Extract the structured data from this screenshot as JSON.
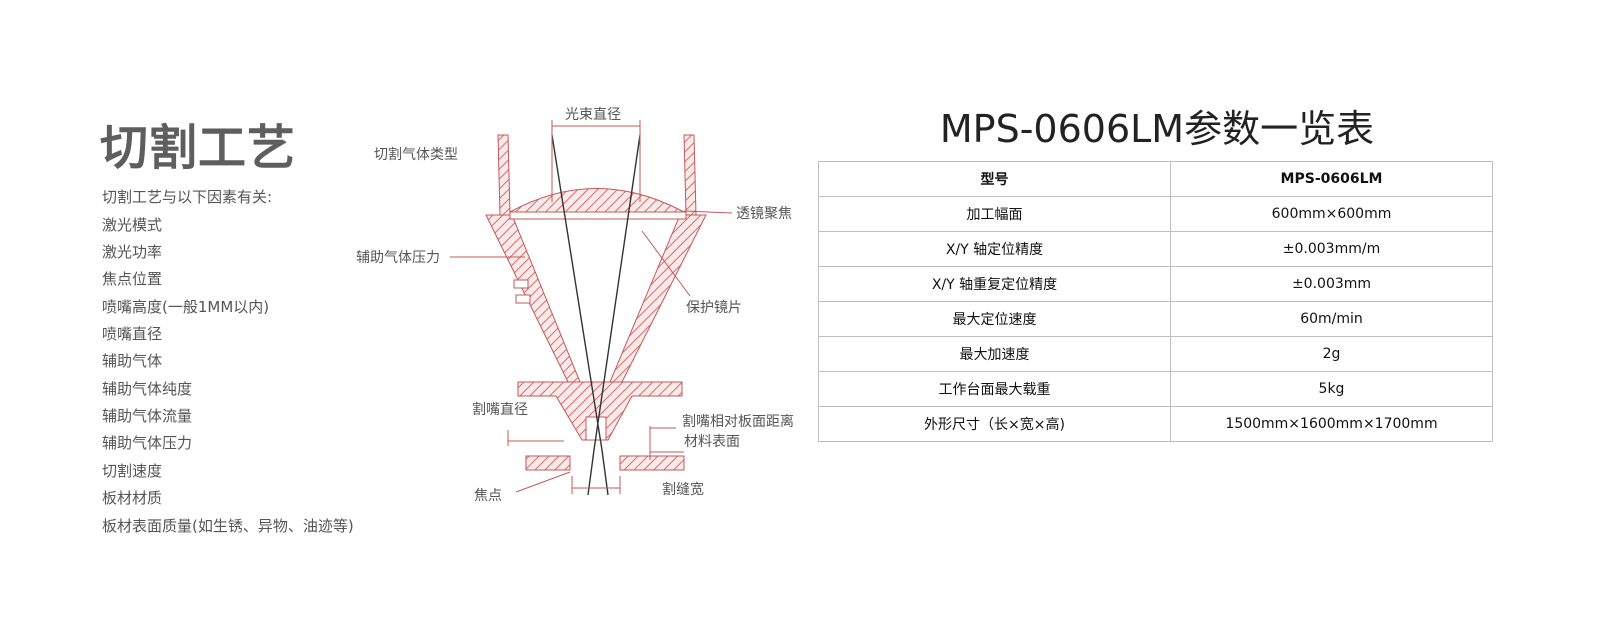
{
  "left": {
    "title": "切割工艺",
    "intro": "切割工艺与以下因素有关:",
    "factors": [
      "激光模式",
      "激光功率",
      "焦点位置",
      "喷嘴高度(一般1MM以内)",
      "喷嘴直径",
      "辅助气体",
      "辅助气体纯度",
      "辅助气体流量",
      "辅助气体压力",
      "切割速度",
      "板材材质",
      "板材表面质量(如生锈、异物、油迹等)"
    ]
  },
  "diagram": {
    "labels": {
      "beam_diameter": "光束直径",
      "gas_type": "切割气体类型",
      "lens_focus": "透镜聚焦",
      "gas_pressure": "辅助气体压力",
      "protective_lens": "保护镜片",
      "nozzle_diameter": "割嘴直径",
      "nozzle_distance": "割嘴相对板面距离",
      "material_surface": "材料表面",
      "focus_point": "焦点",
      "kerf_width": "割缝宽"
    },
    "colors": {
      "hatch": "#d96a6a",
      "outline": "#c05a5a",
      "beam": "#333333"
    }
  },
  "spec": {
    "title": "MPS-0606LM参数一览表",
    "header": [
      "型号",
      "MPS-0606LM"
    ],
    "rows": [
      [
        "加工幅面",
        "600mm×600mm"
      ],
      [
        "X/Y 轴定位精度",
        "±0.003mm/m"
      ],
      [
        "X/Y 轴重复定位精度",
        "±0.003mm"
      ],
      [
        "最大定位速度",
        "60m/min"
      ],
      [
        "最大加速度",
        "2g"
      ],
      [
        "工作台面最大载重",
        "5kg"
      ],
      [
        "外形尺寸（长×宽×高)",
        "1500mm×1600mm×1700mm"
      ]
    ]
  }
}
